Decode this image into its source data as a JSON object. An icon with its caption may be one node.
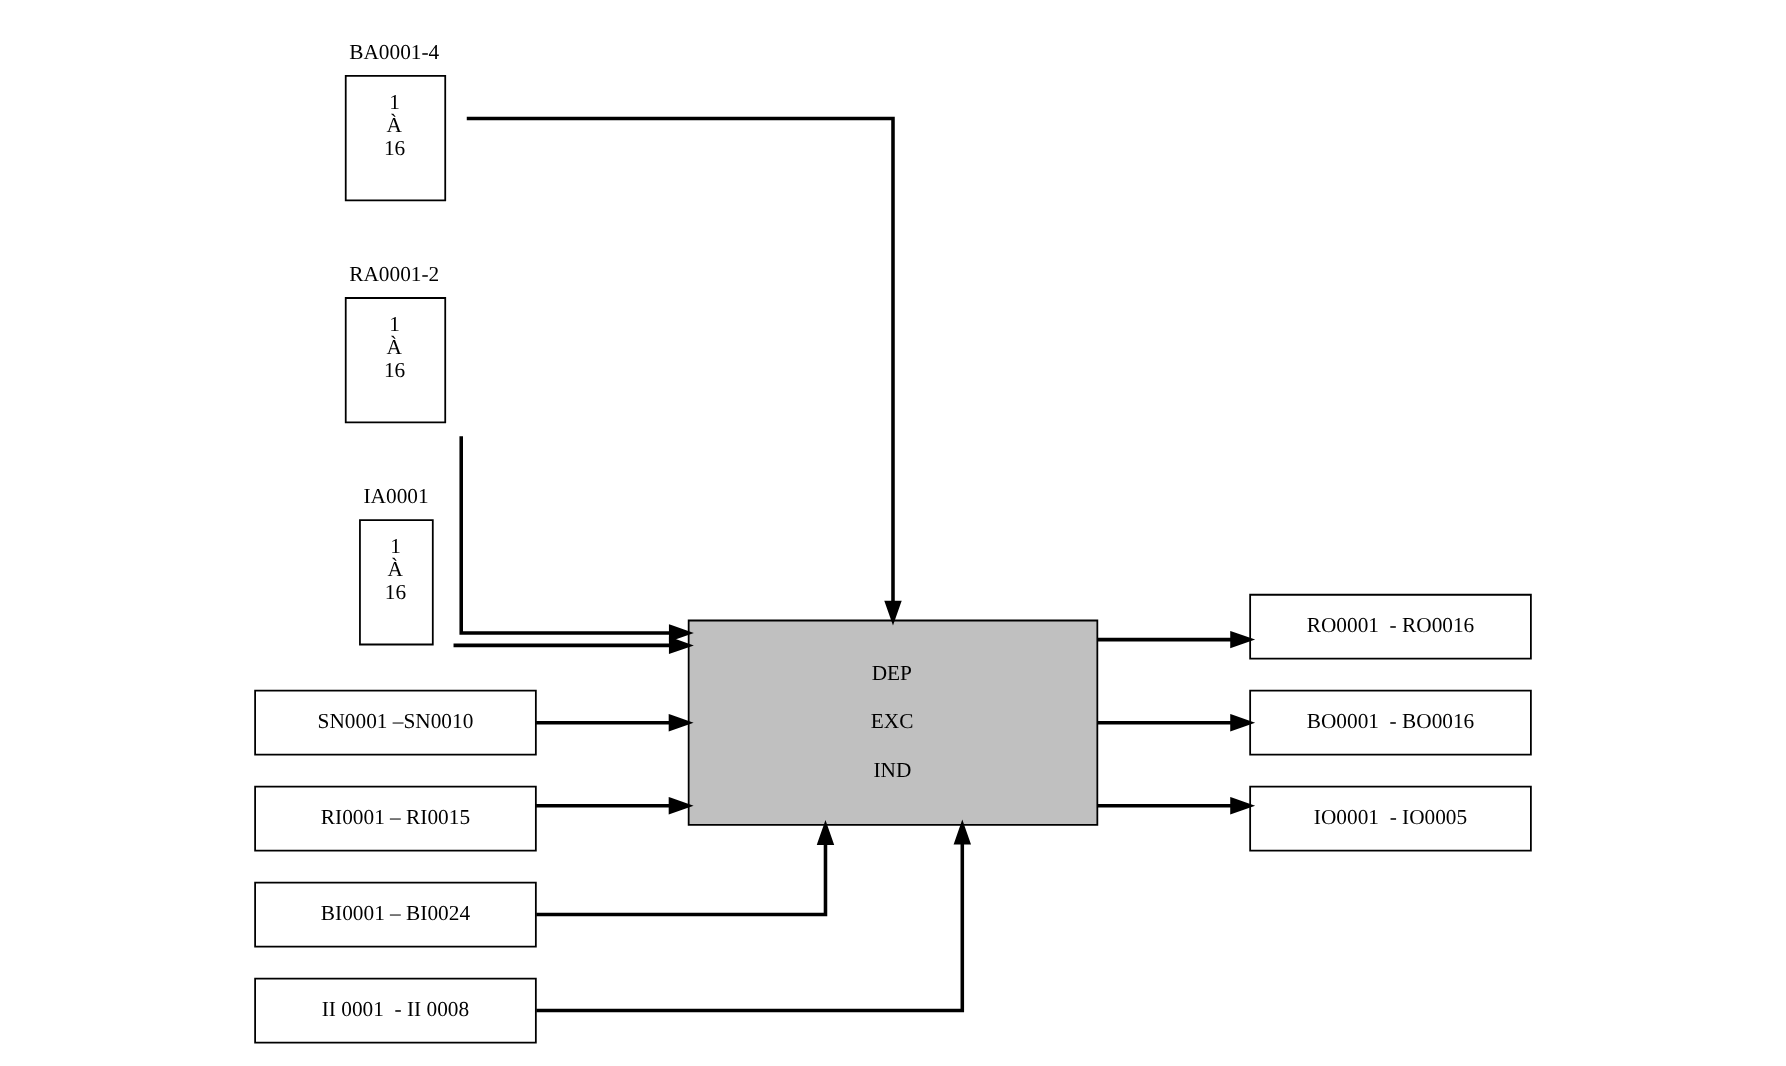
{
  "diagram": {
    "nodes": [
      {
        "text": [
          "BA0001-4",
          "1 À 16"
        ]
      },
      {
        "text": [
          "RA0001-2",
          "1 À 16"
        ]
      },
      {
        "text": [
          "IA0001",
          "1 À 16"
        ]
      },
      {
        "text": [
          "SN0001 –SN0010"
        ]
      },
      {
        "text": [
          "RI0001 – RI0015"
        ]
      },
      {
        "text": [
          "BI0001 – BI0024"
        ]
      },
      {
        "text": [
          "II 0001  - II 0008"
        ]
      },
      {
        "text": [
          "DEP",
          "EXC",
          "IND"
        ]
      },
      {
        "text": [
          "RO0001  - RO0016"
        ]
      },
      {
        "text": [
          "BO0001  - BO0016"
        ]
      },
      {
        "text": [
          "IO0001  - IO0005"
        ]
      }
    ],
    "edges": [
      {
        "from": 3,
        "to": 7,
        "arrow": "to"
      },
      {
        "from": 0,
        "to": 7,
        "arrow": "to"
      },
      {
        "from": 1,
        "to": 7,
        "arrow": "to"
      },
      {
        "from": 2,
        "to": 7,
        "arrow": "to"
      },
      {
        "from": 4,
        "to": 7,
        "arrow": "to"
      },
      {
        "from": 5,
        "to": 7,
        "arrow": "to"
      },
      {
        "from": 6,
        "to": 7,
        "arrow": "to"
      },
      {
        "from": 7,
        "to": 8,
        "arrow": "to"
      },
      {
        "from": 7,
        "to": 9,
        "arrow": "to"
      },
      {
        "from": 7,
        "to": 10,
        "arrow": "to"
      }
    ]
  }
}
